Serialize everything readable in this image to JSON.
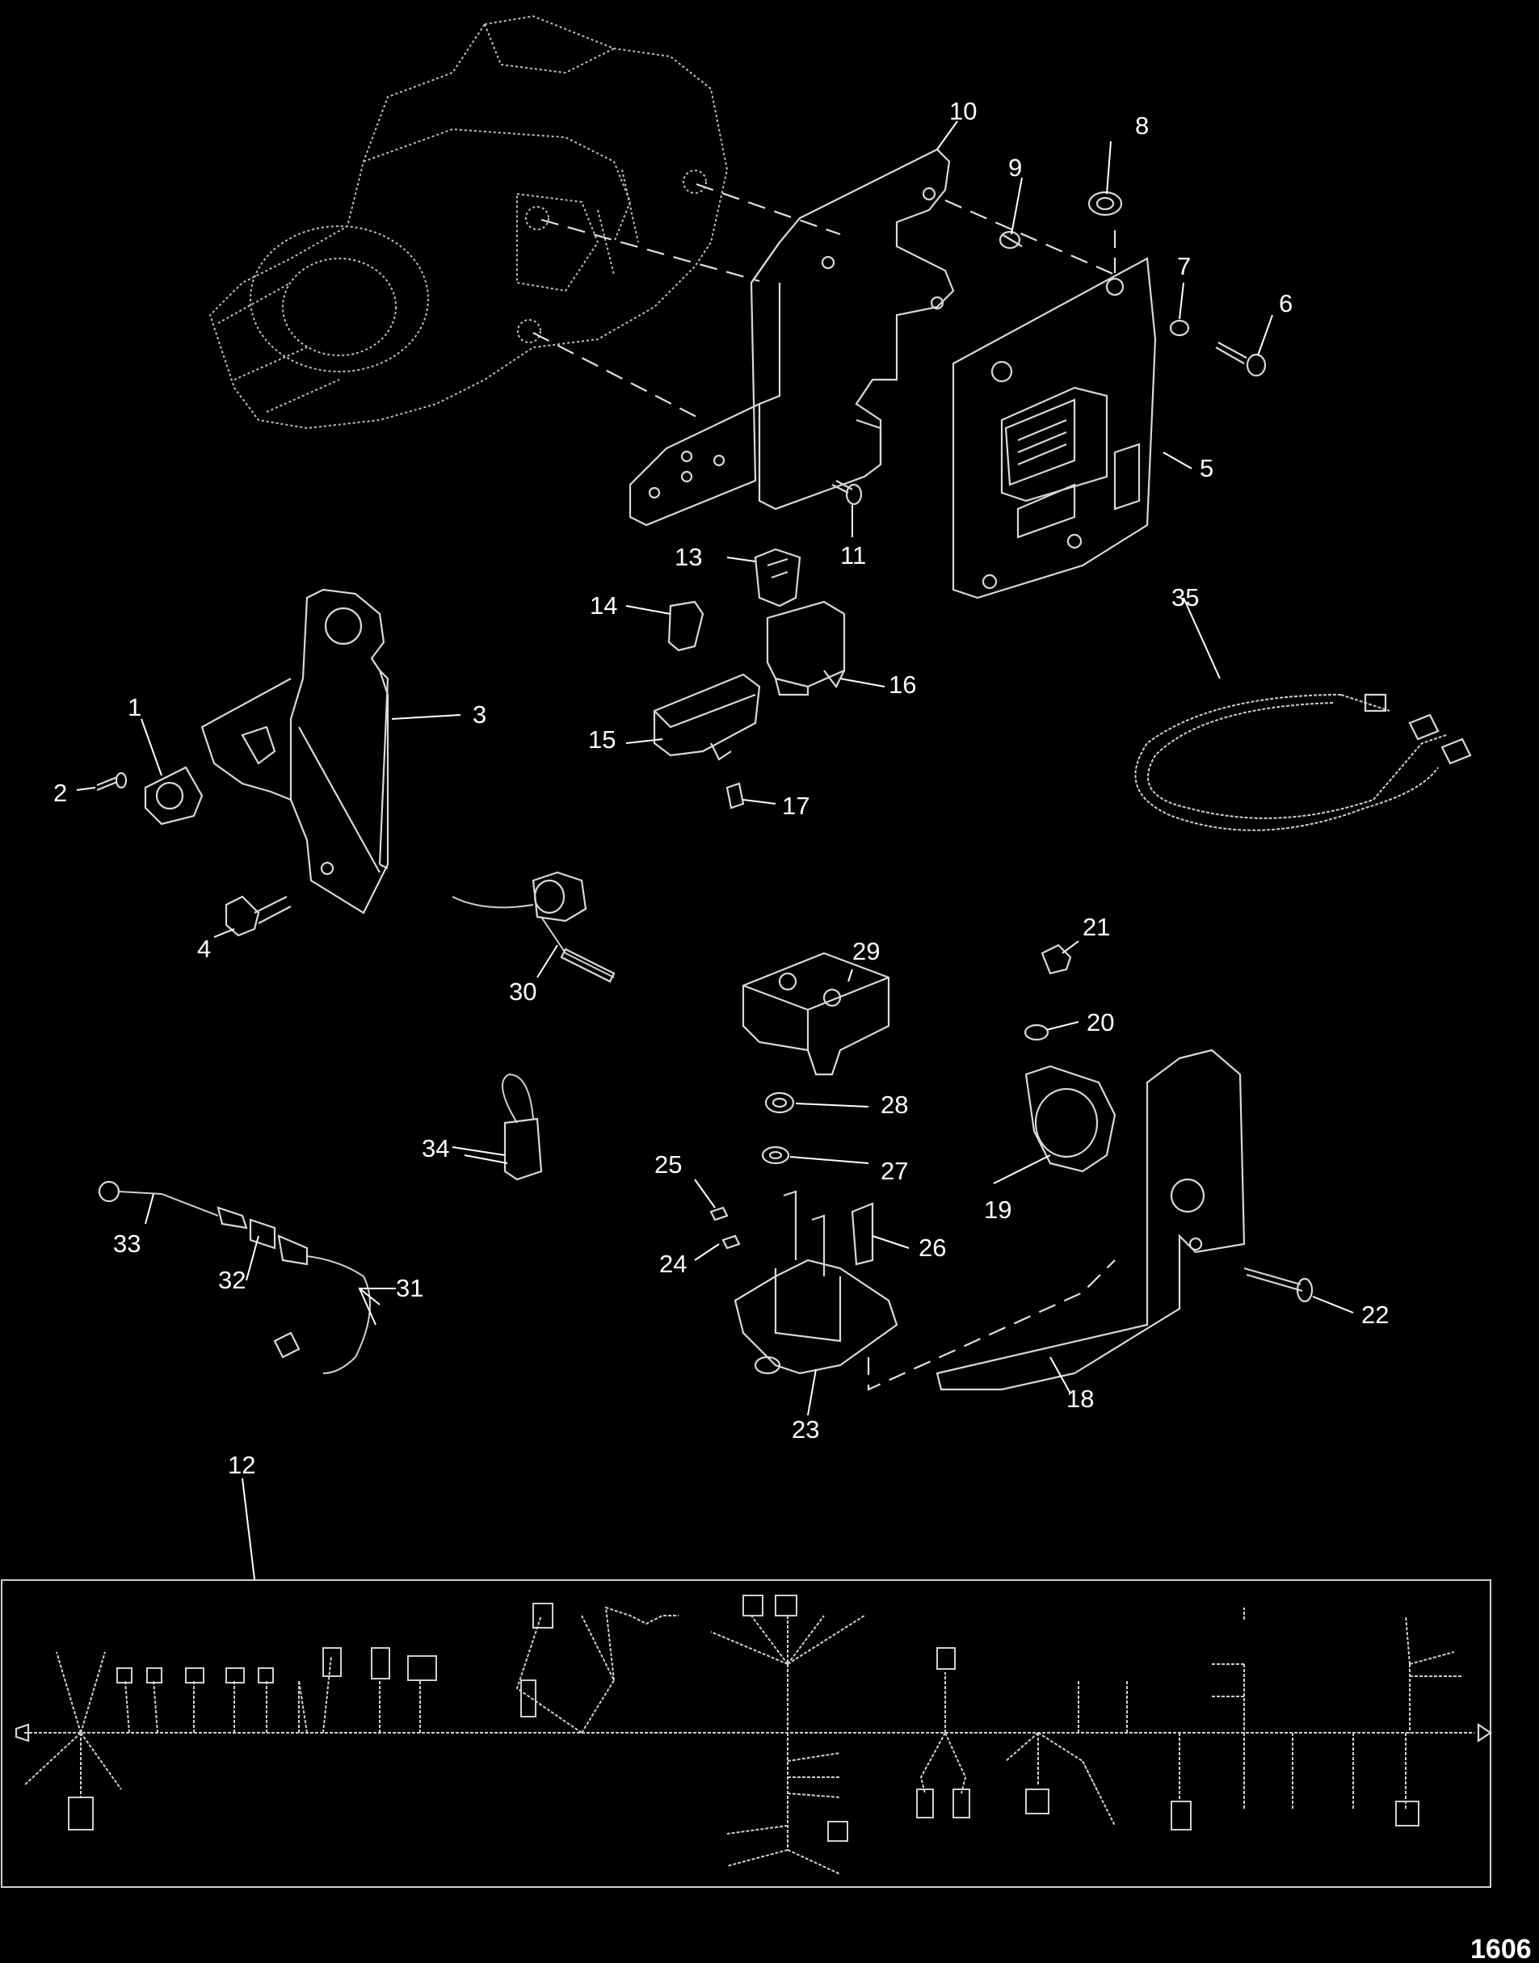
{
  "diagram": {
    "figure_number": "1606",
    "callouts": [
      "1",
      "2",
      "3",
      "4",
      "5",
      "6",
      "7",
      "8",
      "9",
      "10",
      "11",
      "12",
      "13",
      "14",
      "15",
      "16",
      "17",
      "18",
      "19",
      "20",
      "21",
      "22",
      "23",
      "24",
      "25",
      "26",
      "27",
      "28",
      "29",
      "30",
      "31",
      "32",
      "33",
      "34",
      "35"
    ]
  }
}
